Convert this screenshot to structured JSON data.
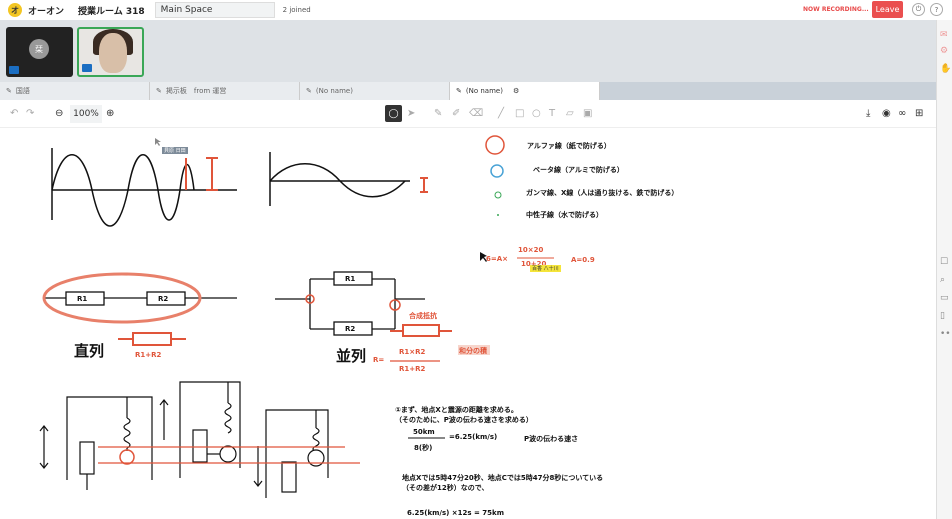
{
  "app": {
    "logo_letter": "オ",
    "org_name": "オーオン",
    "room_name": "授業ルーム 318",
    "space_name": "Main Space",
    "joined": "2 joined",
    "recording": "NOW RECORDING...",
    "leave_label": "Leave",
    "help": "?"
  },
  "video": {
    "user1_initial": "栞"
  },
  "tabs": [
    {
      "label": "国語"
    },
    {
      "label": "掲示板　from 運営"
    },
    {
      "label": "(No name)"
    },
    {
      "label": "(No name)"
    }
  ],
  "toolbar": {
    "zoom": "100%"
  },
  "whiteboard": {
    "legend": [
      "アルファ線（紙で防げる）",
      "ベータ線（アルミで防げる）",
      "ガンマ線、X線（人は通り抜ける、鉄で防げる）",
      "中性子線（水で防げる）"
    ],
    "formula_left": "6=A×",
    "formula_num": "10×20",
    "formula_den": "10+20",
    "formula_result": "A=0.9",
    "r1": "R1",
    "r2": "R2",
    "r1_plus_r2": "R1+R2",
    "series": "直列",
    "parallel": "並列",
    "combined_resistance": "合成抵抗",
    "r_eq": "R=",
    "r_num": "R1×R2",
    "r_den": "R1+R2",
    "fraction_note": "和分の積",
    "step1_line1": "①まず、地点Xと震源の距離を求める。",
    "step1_line2": "（そのために、P波の伝わる速さを求める）",
    "calc_num": "50km",
    "calc_den": "8(秒)",
    "calc_result": "=6.25(km/s)",
    "p_wave": "P波の伝わる速さ",
    "para2_line1": "地点Xでは5時47分20秒、地点Cでは5時47分8秒についている",
    "para2_line2": "（その差が12秒）なので、",
    "final_calc": "6.25(km/s) ×12s = 75km",
    "cursor_tag1": "貝原 日田",
    "cursor_tag2": "百香 八十川"
  },
  "colors": {
    "accent_red": "#e0553a",
    "leave_red": "#ea4f4f",
    "active_green": "#3aa757"
  }
}
